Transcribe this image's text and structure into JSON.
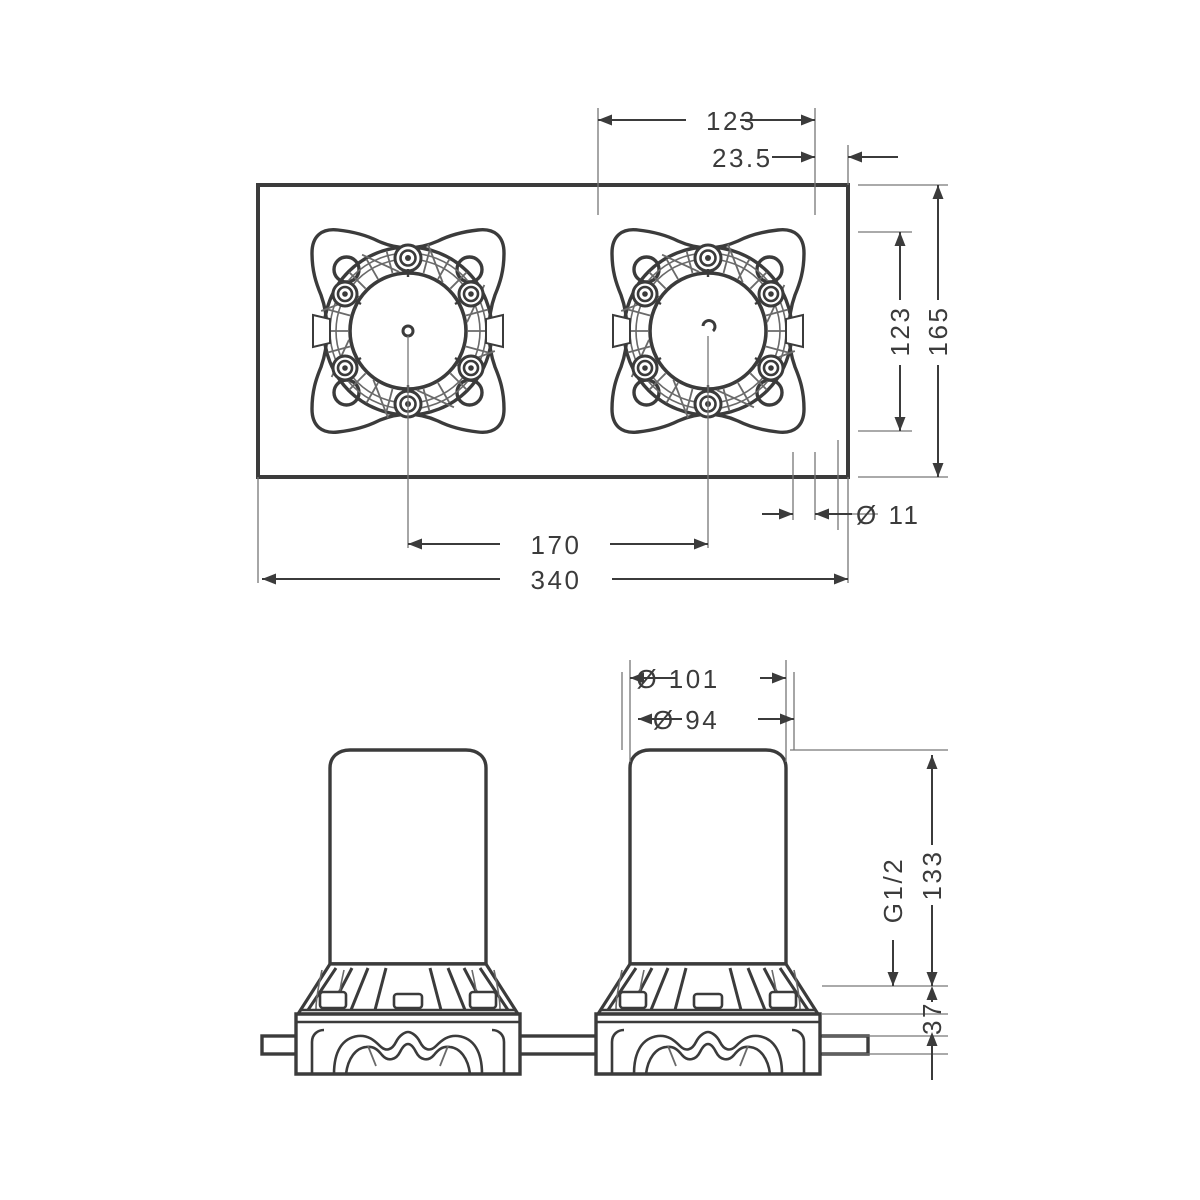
{
  "drawing": {
    "title": "Concealed installation body set - technical dimension drawing",
    "units": "mm",
    "line_color": "#3b3b3b",
    "thin_line_color": "#555555",
    "background_color": "#ffffff",
    "views": [
      {
        "name": "top-view",
        "label": ""
      },
      {
        "name": "front-section-view",
        "label": ""
      }
    ]
  },
  "dimensions": {
    "top_view": {
      "d123_horizontal": "123",
      "d23_5": "23.5",
      "d123_vertical": "123",
      "d165": "165",
      "d170": "170",
      "d340": "340",
      "hole_diameter": "Ø 11"
    },
    "front_view": {
      "d_outer": "Ø  101",
      "d_inner": "Ø  94",
      "thread": "G1/2",
      "d133": "133",
      "d37": "37"
    }
  }
}
